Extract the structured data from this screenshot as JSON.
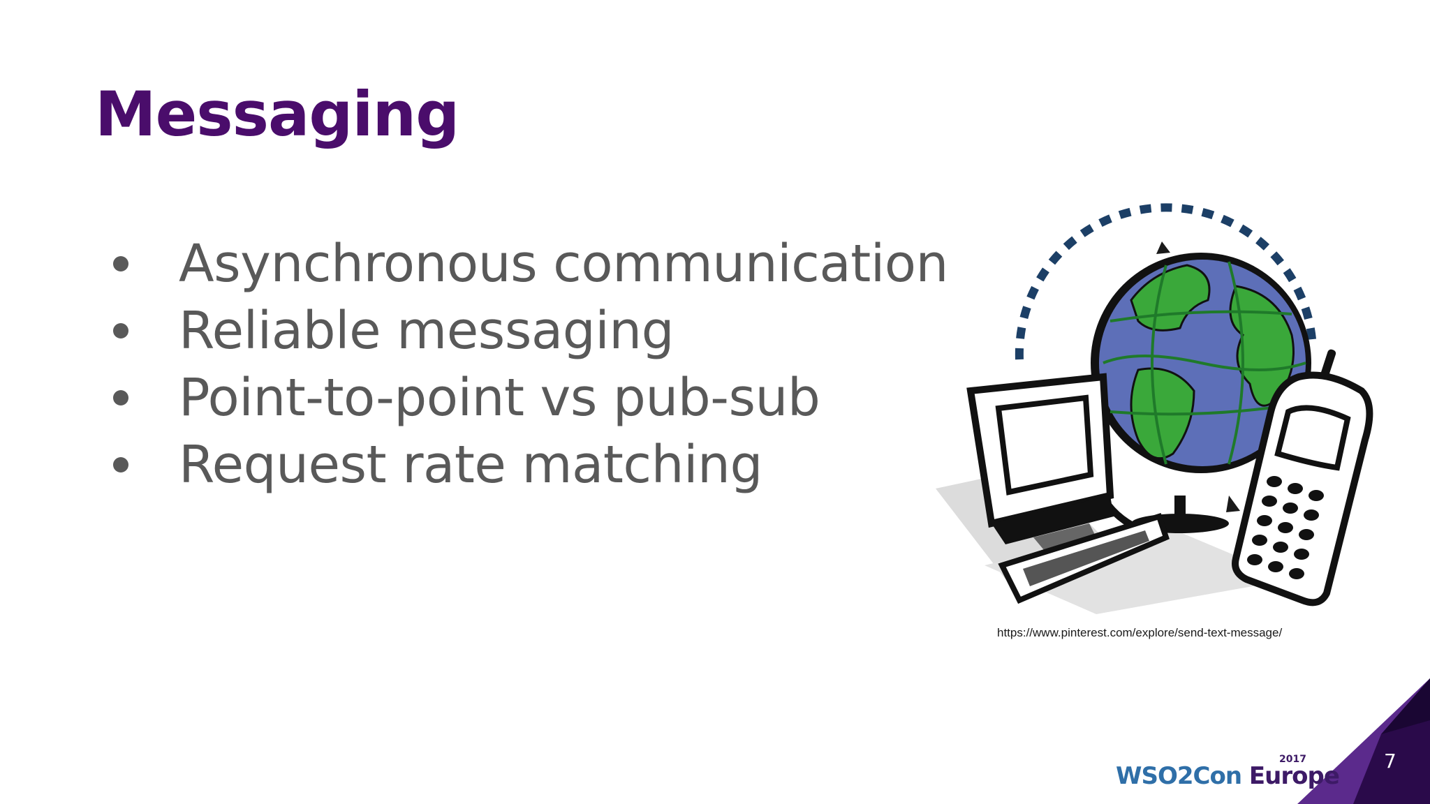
{
  "slide": {
    "title": "Messaging",
    "bullets": [
      "Asynchronous communication",
      "Reliable messaging",
      "Point-to-point vs pub-sub",
      "Request rate matching"
    ],
    "image_credit": "https://www.pinterest.com/explore/send-text-message/",
    "page_number": "7"
  },
  "logo": {
    "brand": "WSO2Con",
    "event": "Europe",
    "year": "2017"
  },
  "illustration": {
    "icons": [
      "globe-icon",
      "computer-monitor-icon",
      "keyboard-icon",
      "mobile-phone-icon",
      "circular-arrows-icon"
    ]
  },
  "colors": {
    "title": "#4a0d6b",
    "body_text": "#595959",
    "corner_dark": "#2a0a4a",
    "corner_light": "#5b2a8c",
    "globe_ocean": "#5d6fb8",
    "globe_land": "#3aa83a"
  }
}
